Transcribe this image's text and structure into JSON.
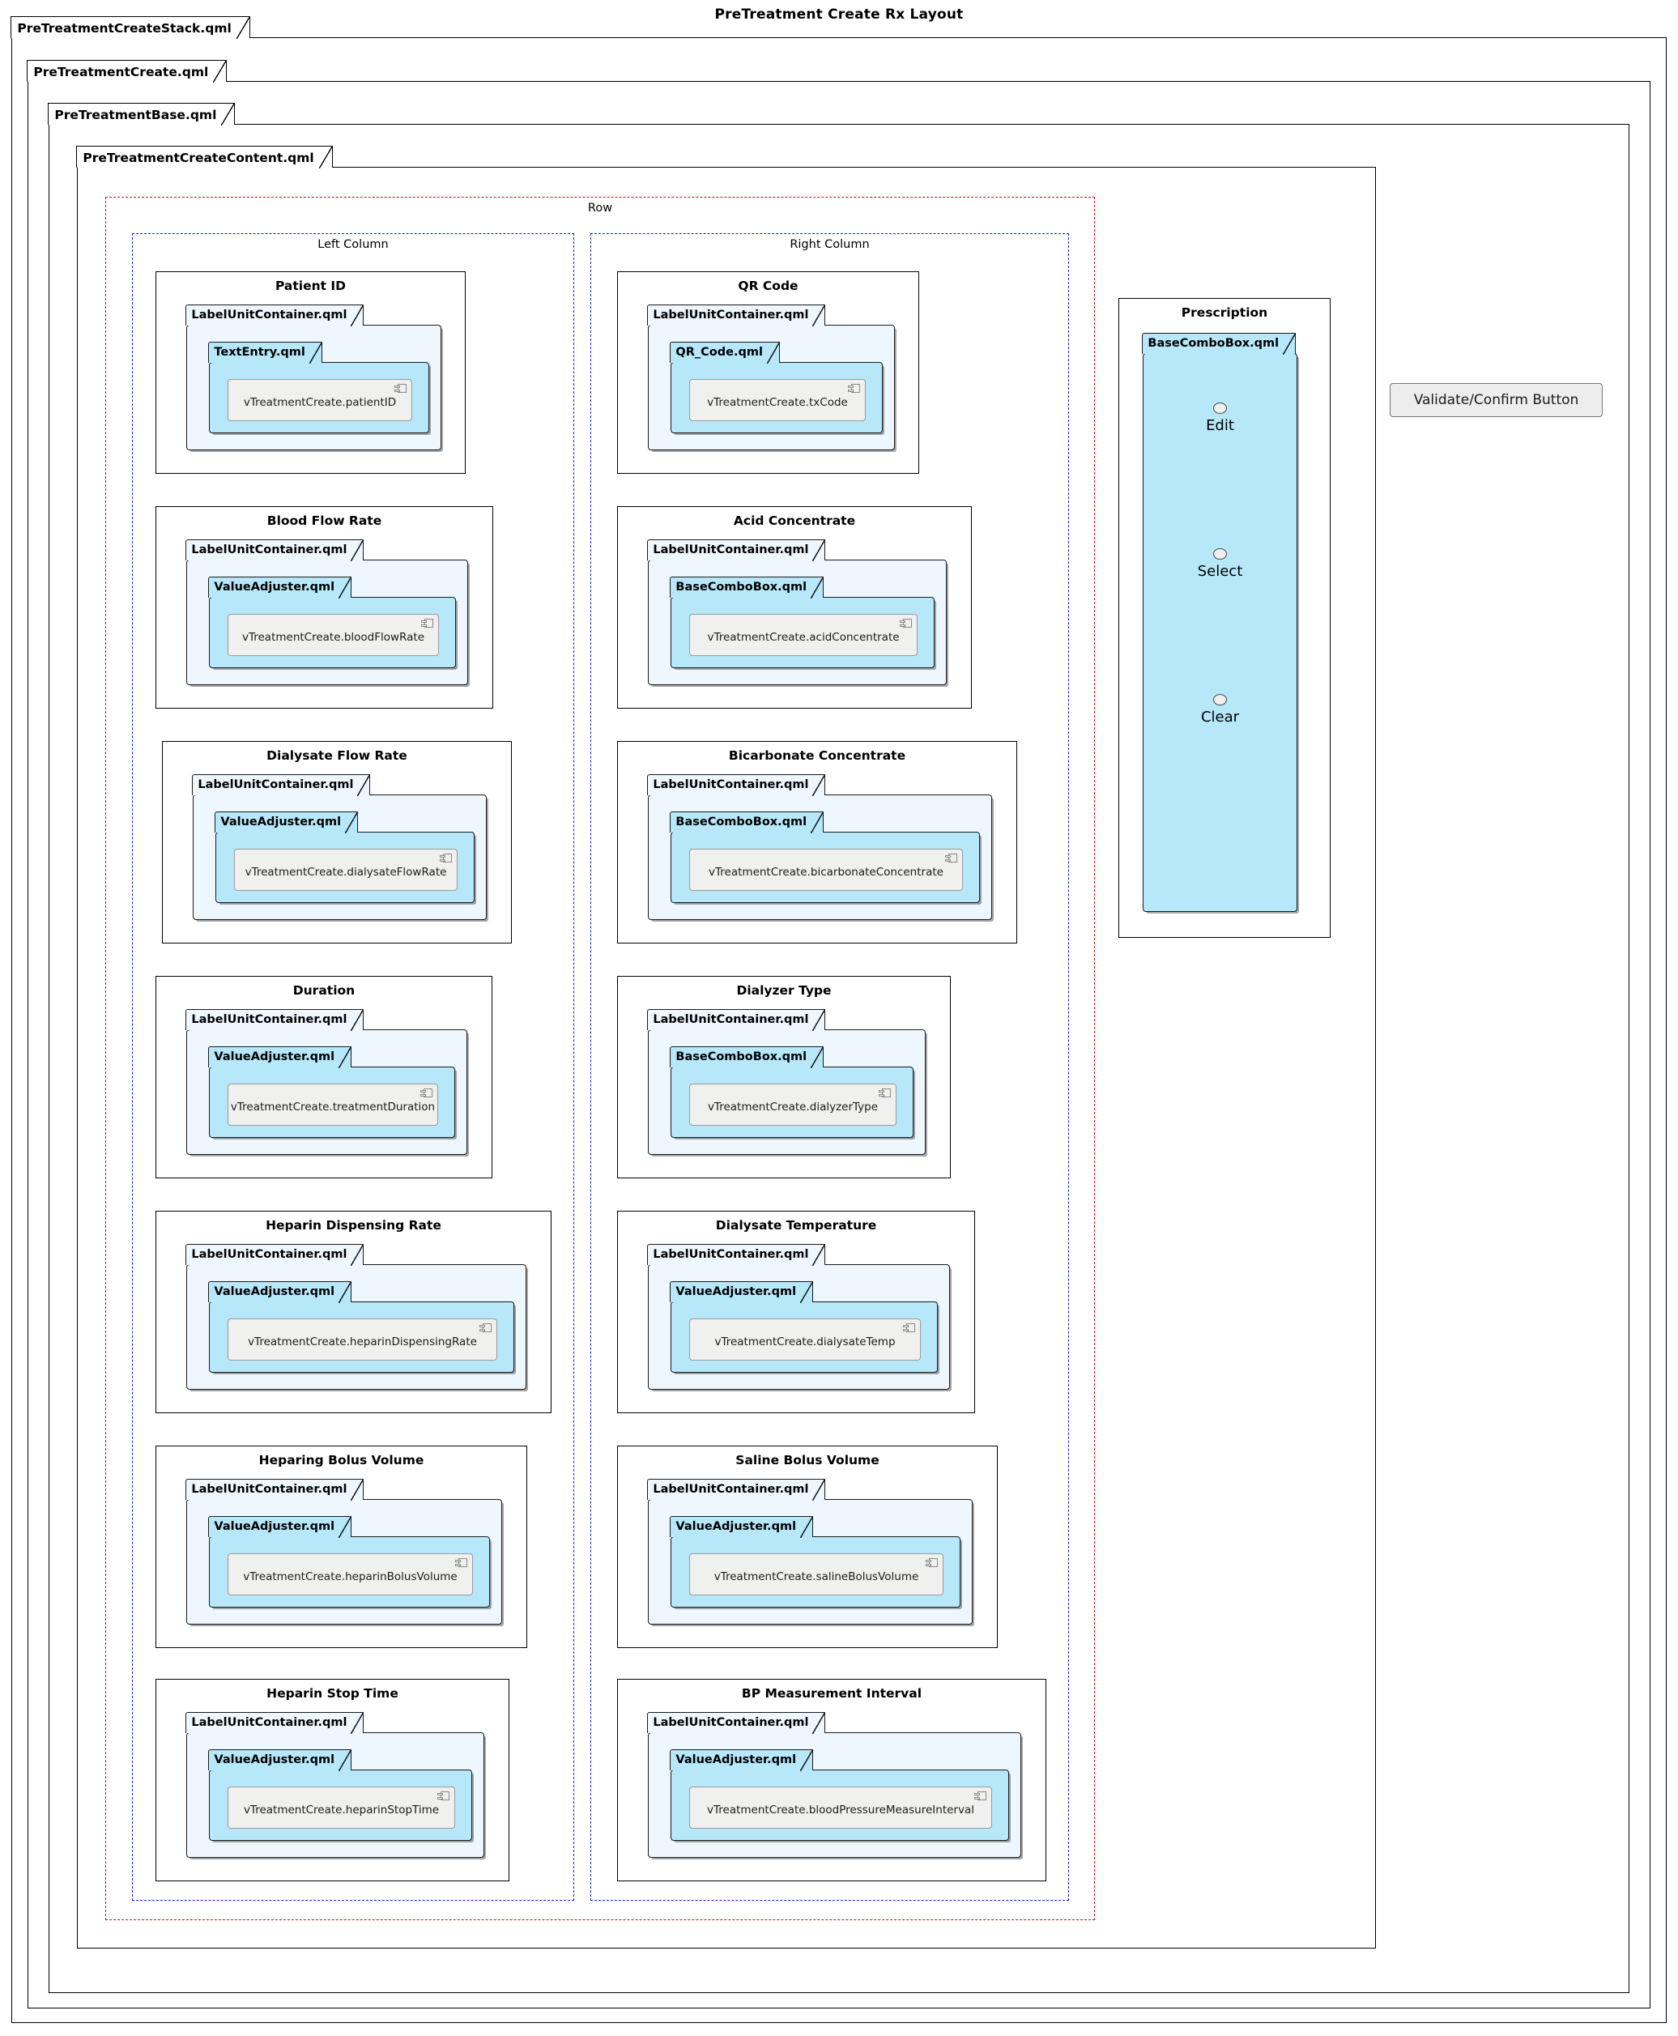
{
  "title": "PreTreatment Create Rx Layout",
  "packages": {
    "stack": "PreTreatmentCreateStack.qml",
    "create": "PreTreatmentCreate.qml",
    "base": "PreTreatmentBase.qml",
    "content": "PreTreatmentCreateContent.qml"
  },
  "frames": {
    "row": "Row",
    "left_column": "Left Column",
    "right_column": "Right Column"
  },
  "left_column": [
    {
      "title": "Patient ID",
      "wrapper": "LabelUnitContainer.qml",
      "inner": "TextEntry.qml",
      "component": "vTreatmentCreate.patientID"
    },
    {
      "title": "Blood Flow Rate",
      "wrapper": "LabelUnitContainer.qml",
      "inner": "ValueAdjuster.qml",
      "component": "vTreatmentCreate.bloodFlowRate"
    },
    {
      "title": "Dialysate Flow Rate",
      "wrapper": "LabelUnitContainer.qml",
      "inner": "ValueAdjuster.qml",
      "component": "vTreatmentCreate.dialysateFlowRate"
    },
    {
      "title": "Duration",
      "wrapper": "LabelUnitContainer.qml",
      "inner": "ValueAdjuster.qml",
      "component": "vTreatmentCreate.treatmentDuration"
    },
    {
      "title": "Heparin Dispensing Rate",
      "wrapper": "LabelUnitContainer.qml",
      "inner": "ValueAdjuster.qml",
      "component": "vTreatmentCreate.heparinDispensingRate"
    },
    {
      "title": "Heparing Bolus Volume",
      "wrapper": "LabelUnitContainer.qml",
      "inner": "ValueAdjuster.qml",
      "component": "vTreatmentCreate.heparinBolusVolume"
    },
    {
      "title": "Heparin Stop Time",
      "wrapper": "LabelUnitContainer.qml",
      "inner": "ValueAdjuster.qml",
      "component": "vTreatmentCreate.heparinStopTime"
    }
  ],
  "right_column": [
    {
      "title": "QR Code",
      "wrapper": "LabelUnitContainer.qml",
      "inner": "QR_Code.qml",
      "component": "vTreatmentCreate.txCode"
    },
    {
      "title": "Acid Concentrate",
      "wrapper": "LabelUnitContainer.qml",
      "inner": "BaseComboBox.qml",
      "component": "vTreatmentCreate.acidConcentrate"
    },
    {
      "title": "Bicarbonate Concentrate",
      "wrapper": "LabelUnitContainer.qml",
      "inner": "BaseComboBox.qml",
      "component": "vTreatmentCreate.bicarbonateConcentrate"
    },
    {
      "title": "Dialyzer Type",
      "wrapper": "LabelUnitContainer.qml",
      "inner": "BaseComboBox.qml",
      "component": "vTreatmentCreate.dialyzerType"
    },
    {
      "title": "Dialysate Temperature",
      "wrapper": "LabelUnitContainer.qml",
      "inner": "ValueAdjuster.qml",
      "component": "vTreatmentCreate.dialysateTemp"
    },
    {
      "title": "Saline Bolus Volume",
      "wrapper": "LabelUnitContainer.qml",
      "inner": "ValueAdjuster.qml",
      "component": "vTreatmentCreate.salineBolusVolume"
    },
    {
      "title": "BP Measurement Interval",
      "wrapper": "LabelUnitContainer.qml",
      "inner": "ValueAdjuster.qml",
      "component": "vTreatmentCreate.bloodPressureMeasureInterval"
    }
  ],
  "prescription": {
    "title": "Prescription",
    "combo": "BaseComboBox.qml",
    "options": [
      "Edit",
      "Select",
      "Clear"
    ]
  },
  "validate_button": {
    "label": "Validate/Confirm Button"
  },
  "colors": {
    "qml_level1": "#eef6fe",
    "qml_level2": "#b6e8fa",
    "component": "#f0f0ef",
    "frame_red": "#d01010",
    "frame_blue": "#1020d0"
  }
}
